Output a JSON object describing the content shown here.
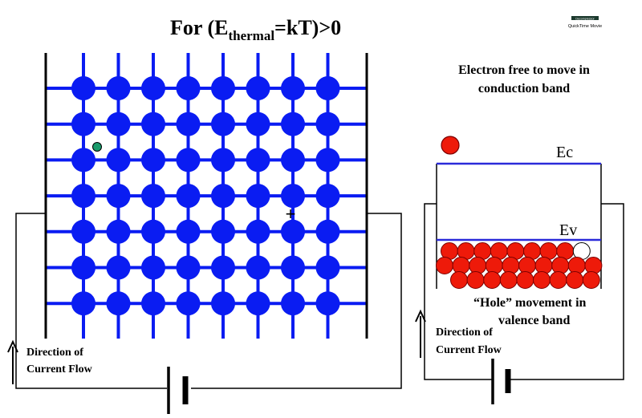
{
  "title": {
    "prefix": "For (E",
    "subscript": "thermal",
    "suffix": "=kT)>0"
  },
  "badge": {
    "line1": "Decompressor",
    "line2": "QuickTime  Movie"
  },
  "left_panel": {
    "plus_sign": "+",
    "current_label_line1": "Direction of",
    "current_label_line2": "Current Flow"
  },
  "right_panel": {
    "heading_line1": "Electron free to move in",
    "heading_line2": "conduction band",
    "ec_label": "Ec",
    "ev_label": "Ev",
    "hole_caption_line1": "“Hole” movement in",
    "hole_caption_line2": "valence band",
    "current_label_line1": "Direction of",
    "current_label_line2": "Current Flow"
  },
  "colors": {
    "lattice_blue": "#0a1cf2",
    "electron_red": "#ee1a0a",
    "electron_outline": "#7a0000",
    "band_line": "#2b2bd9",
    "free_electron_green": "#1a9a6a",
    "wire": "#000000"
  },
  "lattice": {
    "rows": 7,
    "cols": 8
  },
  "valence_band": {
    "rows": [
      9,
      10,
      9
    ],
    "hole_position": "row 1, rightmost"
  }
}
